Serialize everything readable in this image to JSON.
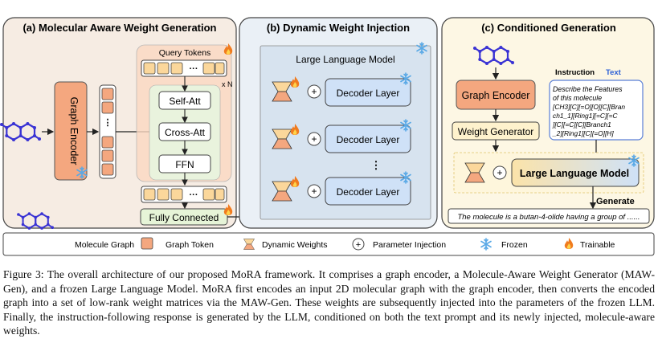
{
  "panels": {
    "a": {
      "title": "(a) Molecular Aware Weight Generation"
    },
    "b": {
      "title": "(b) Dynamic Weight Injection"
    },
    "c": {
      "title": "(c) Conditioned Generation"
    }
  },
  "panel_a": {
    "graph_encoder": "Graph Encoder",
    "query_tokens": "Query Tokens",
    "self_att": "Self-Att",
    "cross_att": "Cross-Att",
    "ffn": "FFN",
    "repeat": "x N",
    "fully_connected": "Fully Connected",
    "ellipsis": "···"
  },
  "panel_b": {
    "llm_label": "Large Language Model",
    "decoder_layers": [
      "Decoder Layer",
      "Decoder Layer",
      "Decoder Layer"
    ]
  },
  "panel_c": {
    "graph_encoder": "Graph Encoder",
    "weight_generator": "Weight Generator",
    "llm": "Large Language Model",
    "instruction_label": "Instruction",
    "text_label": "Text",
    "instruction_lines": [
      "Describe the Features",
      "of this molecule",
      "[CH3][C][=O][O][C][Bran",
      "ch1_1][Ring1][=C][=C",
      "][C][=C][C][Branch1",
      "_2][Ring1][C][=O][H]"
    ],
    "generate": "Generate",
    "output": "The molecule is a butan-4-olide having a group of ......"
  },
  "legend": {
    "molecule_graph": "Molecule  Graph",
    "graph_token": "Graph Token",
    "dynamic_weights": "Dynamic Weights",
    "parameter_injection": "Parameter Injection",
    "frozen": "Frozen",
    "trainable": "Trainable"
  },
  "caption": "Figure 3: The overall architecture of our proposed MoRA framework. It comprises a graph encoder, a Molecule-Aware Weight Generator (MAW-Gen), and a frozen Large Language Model. MoRA first encodes an input 2D molecular graph with the graph encoder, then converts the encoded graph into a set of low-rank weight matrices via the MAW-Gen. These weights are subsequently injected into the parameters of the frozen LLM. Finally, the instruction-following response is generated by the LLM, conditioned on both the text prompt and its newly injected, molecule-aware weights.",
  "colors": {
    "panel_a_bg": "#f6ece3",
    "panel_b_bg": "#eaf0f6",
    "panel_c_bg": "#fdf7e4",
    "graph_token": "#f4a77f",
    "query_token": "#fbd79b",
    "decoder": "#cfe1f7",
    "fully_connected": "#e6f4d7",
    "molecule": "#3a33d4",
    "frozen_blue": "#5aa9e6",
    "flame": "#f07b1f",
    "text_accent": "#2a5fd6"
  },
  "icons": [
    "molecule-graph-icon",
    "snowflake-icon",
    "flame-icon",
    "dynamic-weights-icon",
    "parameter-injection-icon"
  ]
}
